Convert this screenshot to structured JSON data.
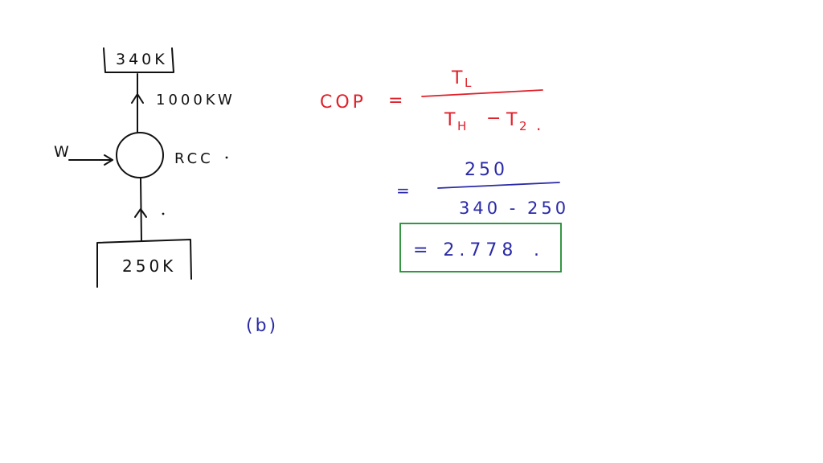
{
  "diagram": {
    "hot_reservoir_label": "340K",
    "heat_out_label": "1000KW",
    "work_label": "W",
    "device_label": "RCC",
    "cold_reservoir_label": "250K",
    "part_label": "(b)"
  },
  "calculation": {
    "cop_label": "COP",
    "equals": "=",
    "numerator_symbol": "T",
    "numerator_subscript": "L",
    "denominator_symbol_1": "T",
    "denominator_subscript_1": "H",
    "minus": "−",
    "denominator_symbol_2": "T",
    "denominator_subscript_2": "2",
    "period": ".",
    "numerator_value": "250",
    "denominator_value": "340 - 250",
    "result": "= 2.778"
  },
  "colors": {
    "black_ink": "#111111",
    "red_ink": "#e0202a",
    "blue_ink": "#2a2aa8",
    "box_green": "#1f8a2e"
  }
}
